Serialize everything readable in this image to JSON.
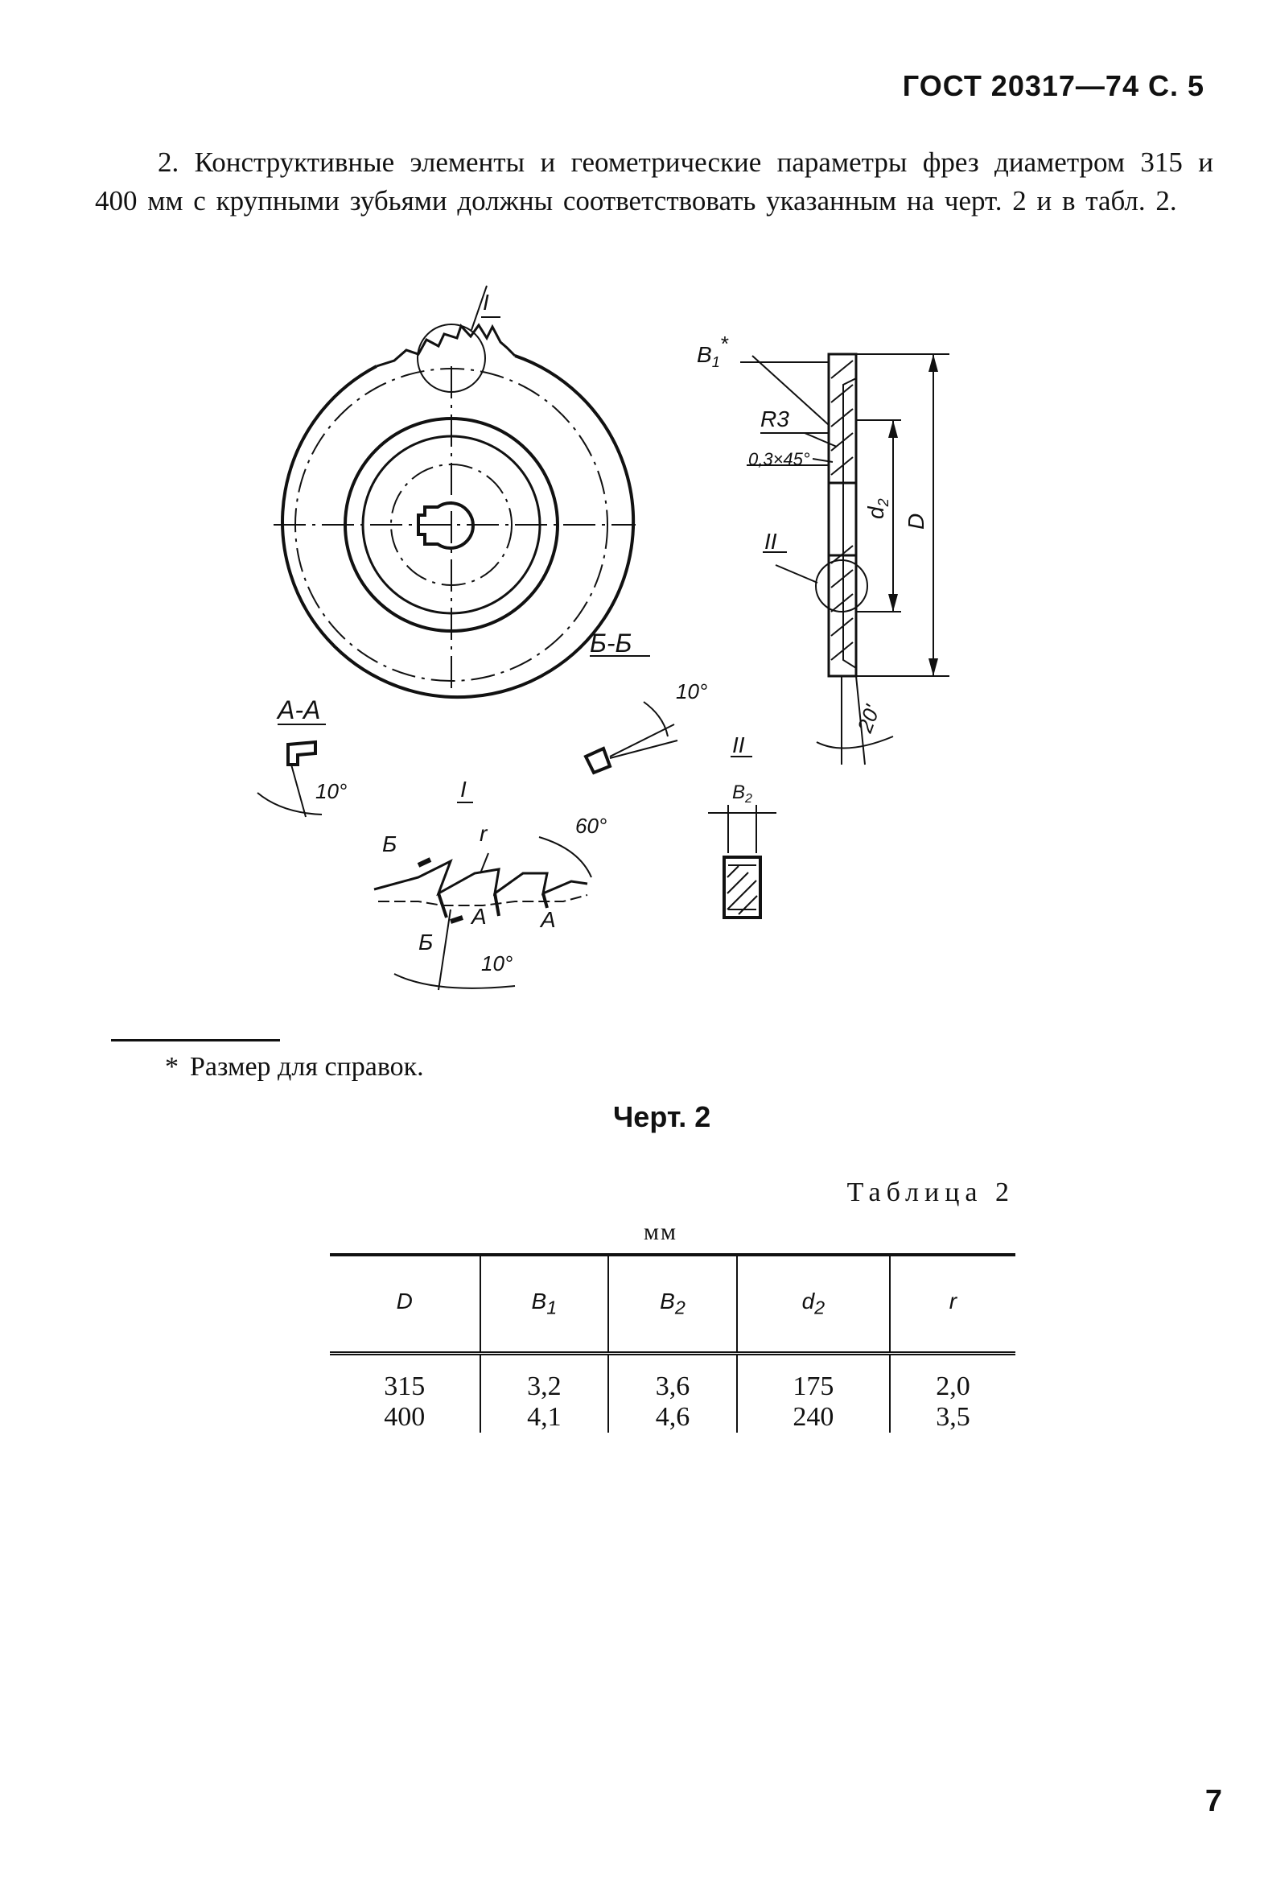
{
  "header": "ГОСТ 20317—74 С. 5",
  "paragraph": "2. Конструктивные элементы и геометрические параметры фрез диаметром 315 и 400 мм с крупными зубьями должны соответствовать указанным на черт. 2 и в табл. 2.",
  "drawing": {
    "label_view_i": "I",
    "label_view_ii": "II",
    "label_b1": "B",
    "label_b1_sub": "1",
    "label_b1_star": "*",
    "label_r3": "R3",
    "label_chamfer": "0,3×45°",
    "label_d2": "d",
    "label_d2_sub": "2",
    "label_D": "D",
    "label_angle_20": "20'",
    "label_bb": "Б-Б",
    "label_aa": "А-А",
    "label_angle_10_bb": "10°",
    "label_angle_10_aa": "10°",
    "label_detail_i": "I",
    "label_r": "r",
    "label_angle_60": "60°",
    "label_b_top": "Б",
    "label_b_bottom": "Б",
    "label_a_left": "А",
    "label_a_right": "А",
    "label_angle_10_bottom": "10°",
    "label_detail_ii": "II",
    "label_b2": "B",
    "label_b2_sub": "2"
  },
  "footnote": {
    "mark": "*",
    "text": "Размер для справок."
  },
  "figure_caption": "Черт. 2",
  "table": {
    "caption": "Таблица 2",
    "unit": "мм",
    "headers": [
      {
        "main": "D",
        "sub": ""
      },
      {
        "main": "B",
        "sub": "1"
      },
      {
        "main": "B",
        "sub": "2"
      },
      {
        "main": "d",
        "sub": "2"
      },
      {
        "main": "r",
        "sub": ""
      }
    ],
    "rows": [
      [
        "315",
        "3,2",
        "3,6",
        "175",
        "2,0"
      ],
      [
        "400",
        "4,1",
        "4,6",
        "240",
        "3,5"
      ]
    ]
  },
  "page_number": "7"
}
